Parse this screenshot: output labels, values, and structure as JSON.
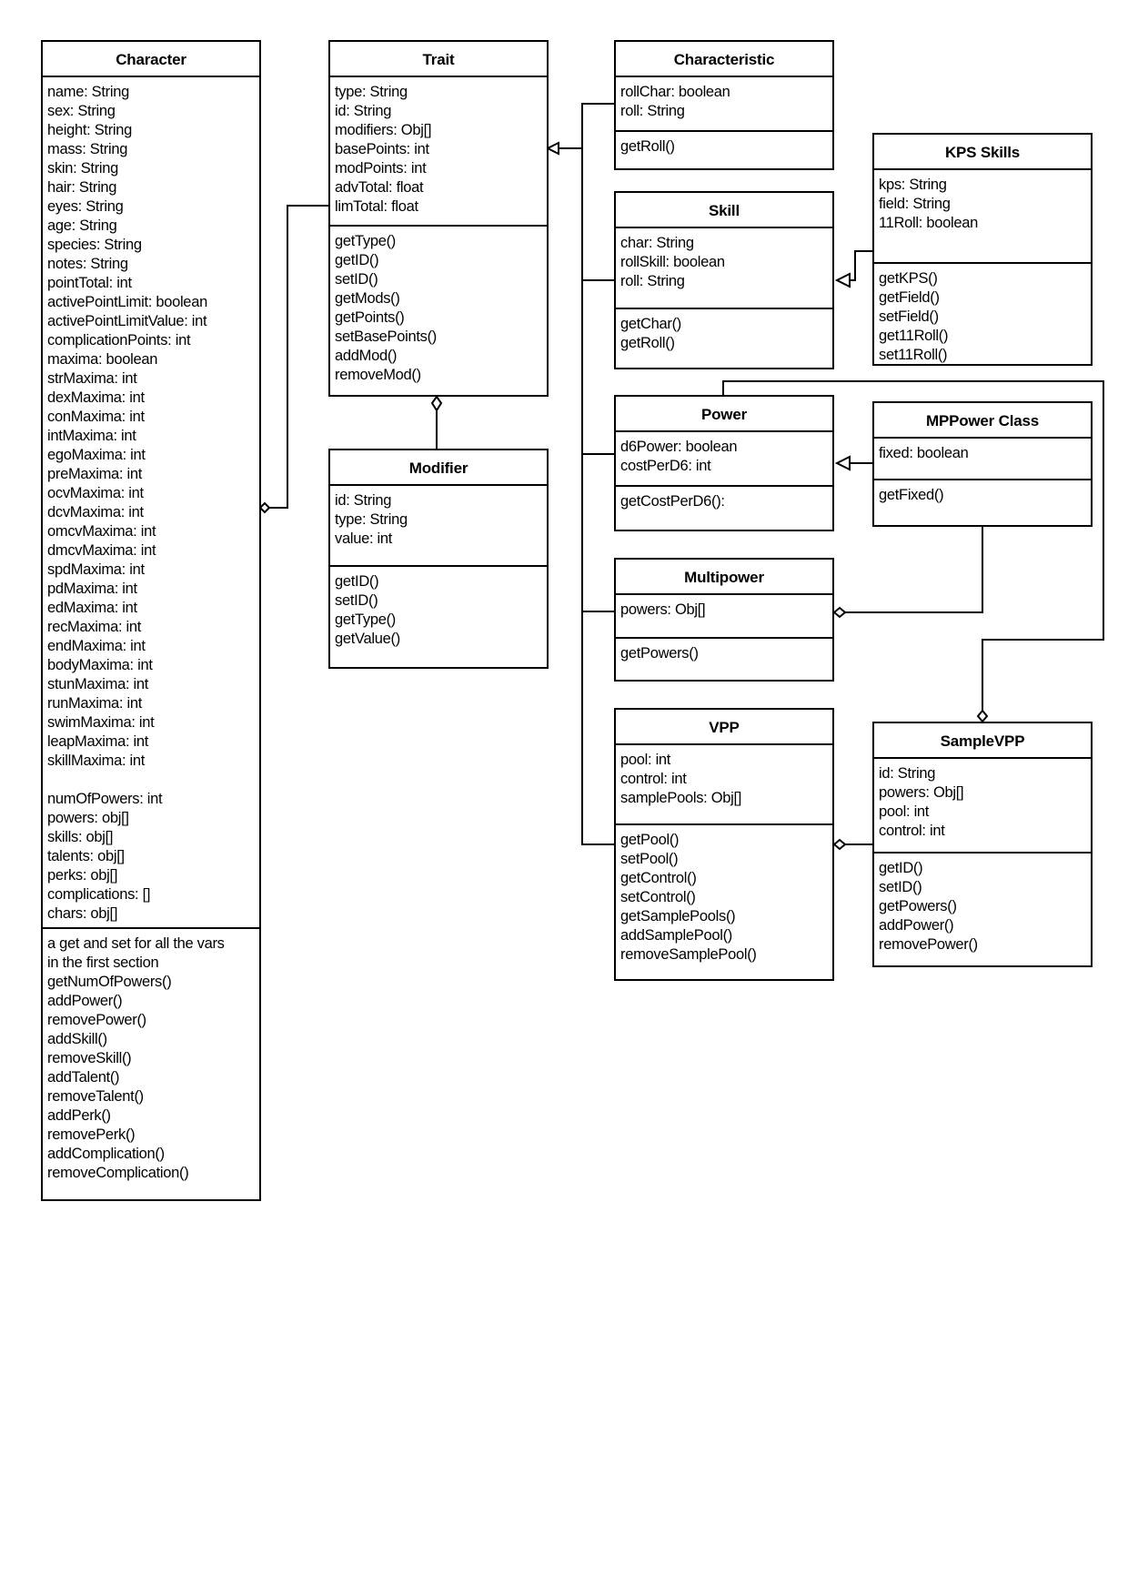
{
  "classes": {
    "character": {
      "title": "Character",
      "attributes": [
        "name: String",
        "sex: String",
        "height: String",
        "mass: String",
        "skin: String",
        "hair: String",
        "eyes: String",
        "age: String",
        "species: String",
        "notes: String",
        "pointTotal: int",
        "activePointLimit: boolean",
        "activePointLimitValue: int",
        "complicationPoints: int",
        "maxima: boolean",
        "strMaxima: int",
        "dexMaxima: int",
        "conMaxima: int",
        "intMaxima: int",
        "egoMaxima: int",
        "preMaxima: int",
        "ocvMaxima: int",
        "dcvMaxima: int",
        "omcvMaxima: int",
        "dmcvMaxima: int",
        "spdMaxima: int",
        "pdMaxima: int",
        "edMaxima: int",
        "recMaxima: int",
        "endMaxima: int",
        "bodyMaxima: int",
        "stunMaxima: int",
        "runMaxima: int",
        "swimMaxima: int",
        "leapMaxima: int",
        "skillMaxima: int"
      ],
      "attributes2": [
        "numOfPowers: int",
        "powers: obj[]",
        "skills: obj[]",
        "talents: obj[]",
        "perks: obj[]",
        "complications: []",
        "chars: obj[]"
      ],
      "methods": [
        "a get and set for all the vars",
        "in the first section",
        "getNumOfPowers()",
        "addPower()",
        "removePower()",
        "addSkill()",
        "removeSkill()",
        "addTalent()",
        "removeTalent()",
        "addPerk()",
        "removePerk()",
        "addComplication()",
        "removeComplication()"
      ]
    },
    "trait": {
      "title": "Trait",
      "attributes": [
        "type: String",
        "id: String",
        "modifiers: Obj[]",
        "basePoints: int",
        "modPoints: int",
        "advTotal: float",
        "limTotal: float"
      ],
      "methods": [
        "getType()",
        "getID()",
        "setID()",
        "getMods()",
        "getPoints()",
        "setBasePoints()",
        "addMod()",
        "removeMod()"
      ]
    },
    "modifier": {
      "title": "Modifier",
      "attributes": [
        "id: String",
        "type: String",
        "value: int"
      ],
      "methods": [
        "getID()",
        "setID()",
        "getType()",
        "getValue()"
      ]
    },
    "characteristic": {
      "title": "Characteristic",
      "attributes": [
        "rollChar: boolean",
        "roll: String"
      ],
      "methods": [
        "getRoll()"
      ]
    },
    "skill": {
      "title": "Skill",
      "attributes": [
        "char: String",
        "rollSkill: boolean",
        "roll: String"
      ],
      "methods": [
        "getChar()",
        "getRoll()"
      ]
    },
    "kps": {
      "title": "KPS Skills",
      "attributes": [
        "kps: String",
        "field: String",
        "11Roll: boolean"
      ],
      "methods": [
        "getKPS()",
        "getField()",
        "setField()",
        "get11Roll()",
        "set11Roll()"
      ]
    },
    "power": {
      "title": "Power",
      "attributes": [
        "d6Power: boolean",
        "costPerD6: int"
      ],
      "methods": [
        "getCostPerD6():"
      ]
    },
    "mppower": {
      "title": "MPPower Class",
      "attributes": [
        "fixed: boolean"
      ],
      "methods": [
        "getFixed()"
      ]
    },
    "multipower": {
      "title": "Multipower",
      "attributes": [
        "powers: Obj[]"
      ],
      "methods": [
        "getPowers()"
      ]
    },
    "vpp": {
      "title": "VPP",
      "attributes": [
        "pool: int",
        "control: int",
        "samplePools: Obj[]"
      ],
      "methods": [
        "getPool()",
        "setPool()",
        "getControl()",
        "setControl()",
        "getSamplePools()",
        "addSamplePool()",
        "removeSamplePool()"
      ]
    },
    "samplevpp": {
      "title": "SampleVPP",
      "attributes": [
        "id: String",
        "powers: Obj[]",
        "pool: int",
        "control: int"
      ],
      "methods": [
        "getID()",
        "setID()",
        "getPowers()",
        "addPower()",
        "removePower()"
      ]
    }
  }
}
